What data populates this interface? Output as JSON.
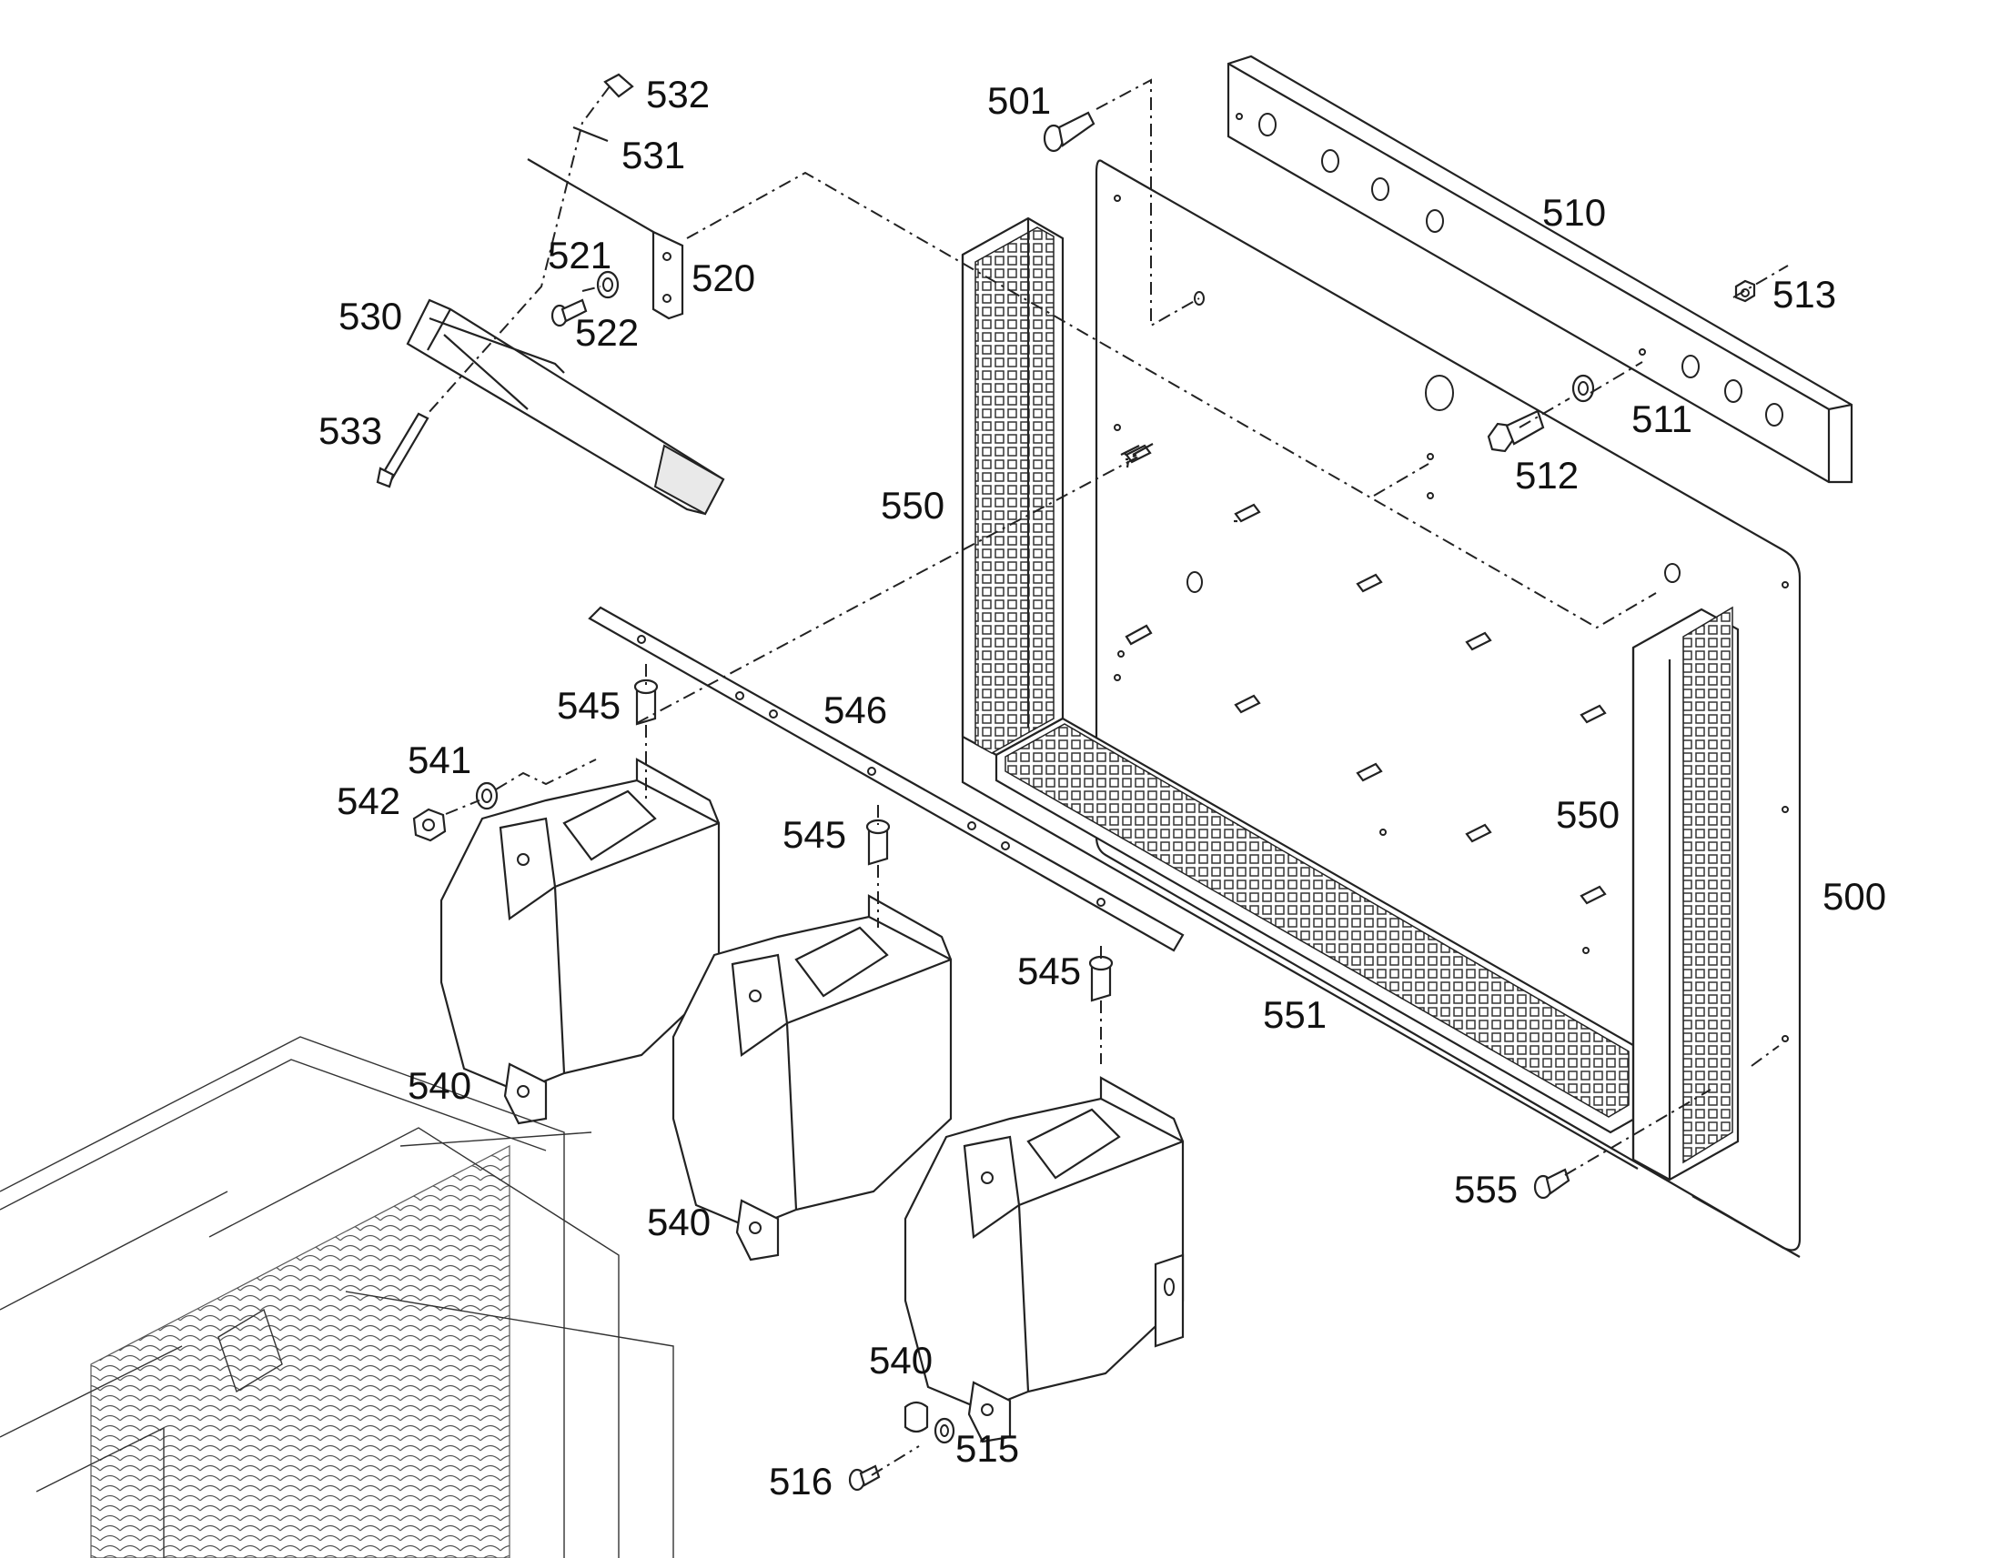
{
  "labels": {
    "l500": "500",
    "l501": "501",
    "l510": "510",
    "l511": "511",
    "l512": "512",
    "l513": "513",
    "l515": "515",
    "l516": "516",
    "l520": "520",
    "l521": "521",
    "l522": "522",
    "l530": "530",
    "l531": "531",
    "l532": "532",
    "l533": "533",
    "l540a": "540",
    "l540b": "540",
    "l540c": "540",
    "l541": "541",
    "l542": "542",
    "l545a": "545",
    "l545b": "545",
    "l545c": "545",
    "l546": "546",
    "l550a": "550",
    "l550b": "550",
    "l551": "551",
    "l555": "555"
  }
}
